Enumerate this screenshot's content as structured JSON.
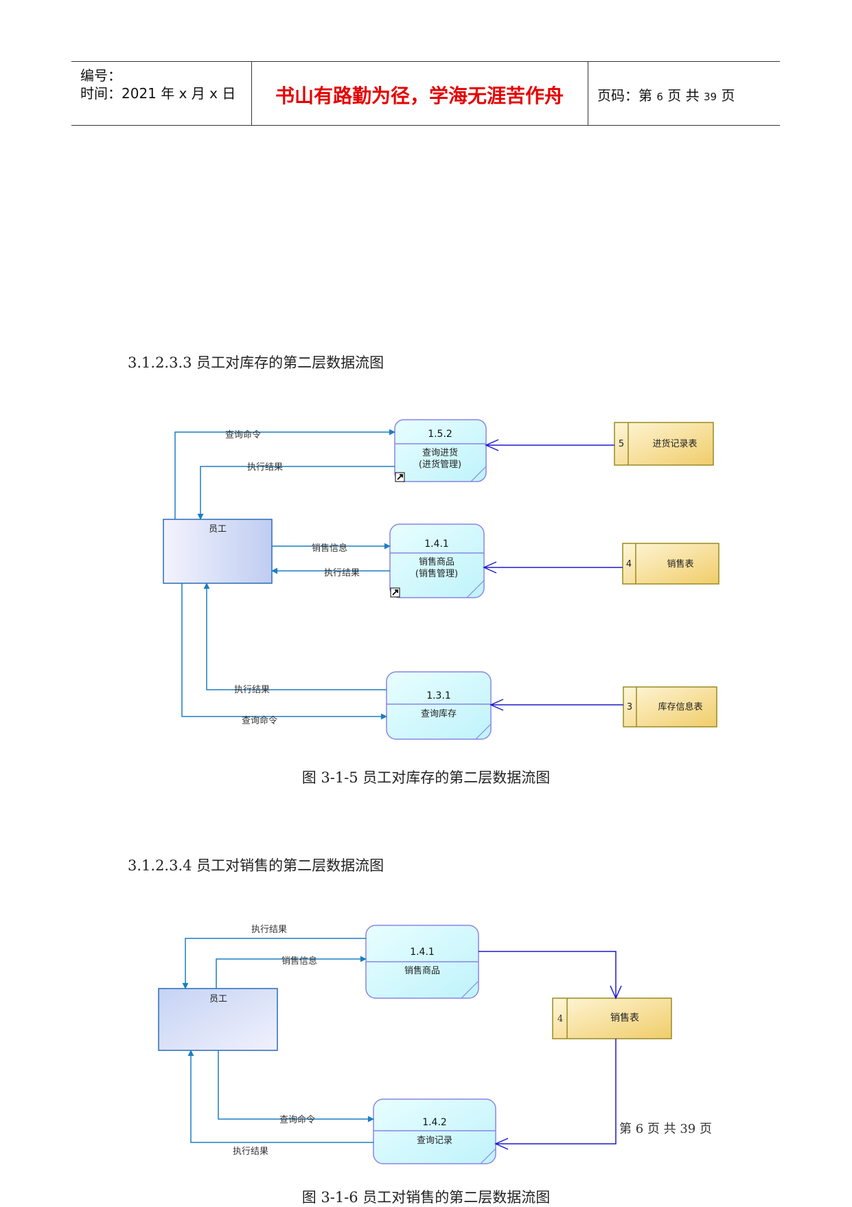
{
  "header": {
    "number_label": "编号：",
    "time_label": "时间：2021 年 x 月 x 日",
    "motto": "书山有路勤为径，学海无涯苦作舟",
    "page_prefix": "页码：第",
    "page_current": "6",
    "page_mid": "页  共",
    "page_total": "39",
    "page_suffix": "页"
  },
  "section1": {
    "heading": "3.1.2.3.3    员工对库存的第二层数据流图",
    "diagram": {
      "entity": "员工",
      "processes": [
        {
          "id": "1.5.2",
          "line1": "查询进货",
          "line2": "(进货管理)"
        },
        {
          "id": "1.4.1",
          "line1": "销售商品",
          "line2": "(销售管理)"
        },
        {
          "id": "1.3.1",
          "line1": "查询库存",
          "line2": ""
        }
      ],
      "stores": [
        {
          "no": "5",
          "name": "进货记录表"
        },
        {
          "no": "4",
          "name": "销售表"
        },
        {
          "no": "3",
          "name": "库存信息表"
        }
      ],
      "flows": {
        "query_cmd_top": "查询命令",
        "result_top": "执行结果",
        "sales_info": "销售信息",
        "result_mid": "执行结果",
        "result_low": "执行结果",
        "query_cmd_low": "查询命令"
      }
    },
    "caption": "图  3-1-5 员工对库存的第二层数据流图"
  },
  "section2": {
    "heading": "3.1.2.3.4    员工对销售的第二层数据流图",
    "diagram": {
      "entity": "员工",
      "processes": [
        {
          "id": "1.4.1",
          "line1": "销售商品"
        },
        {
          "id": "1.4.2",
          "line1": "查询记录"
        }
      ],
      "store": {
        "no": "4",
        "name": "销售表"
      },
      "flows": {
        "result_top": "执行结果",
        "sales_info": "销售信息",
        "query_cmd": "查询命令",
        "result_bottom": "执行结果"
      }
    },
    "caption": "图  3-1-6 员工对销售的第二层数据流图"
  },
  "footer": "第  6  页  共  39  页",
  "colors": {
    "motto": "#e60000",
    "flow_line": "#1a7fc0",
    "store_line": "#1a1acc",
    "process_border": "#8a84e6",
    "process_fill": "#d6fbff",
    "entity_fill": "#cdd8f6",
    "store_fill": "#f2d57e",
    "store_border": "#9a8a20"
  }
}
